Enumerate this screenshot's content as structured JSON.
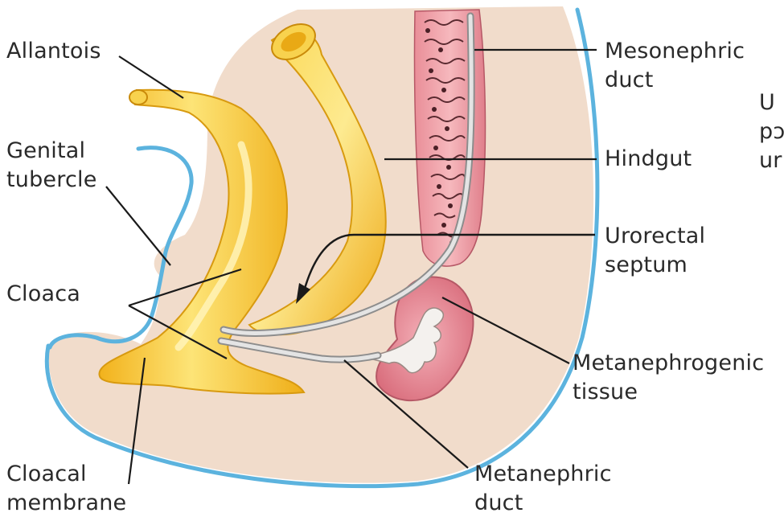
{
  "labels": {
    "allantois": "Allantois",
    "genital_tubercle_1": "Genital",
    "genital_tubercle_2": "tubercle",
    "cloaca": "Cloaca",
    "cloacal_membrane_1": "Cloacal",
    "cloacal_membrane_2": "membrane",
    "mesonephric_duct_1": "Mesonephric",
    "mesonephric_duct_2": "duct",
    "hindgut": "Hindgut",
    "urorectal_septum_1": "Urorectal",
    "urorectal_septum_2": "septum",
    "metanephrogenic_tissue_1": "Metanephrogenic",
    "metanephrogenic_tissue_2": "tissue",
    "metanephric_duct_1": "Metanephric",
    "metanephric_duct_2": "duct",
    "cutoff_1": "U",
    "cutoff_2": "pɔ",
    "cutoff_3": "ur"
  },
  "colors": {
    "embryo_tissue": "#f1dccb",
    "ectoderm_outline": "#5cb3de",
    "endoderm_yellow": "#f6c52e",
    "endoderm_highlight": "#fde68a",
    "kidney_pink": "#e68a96",
    "duct_gray": "#c9c9c9",
    "leader_line": "#1a1a1a"
  }
}
